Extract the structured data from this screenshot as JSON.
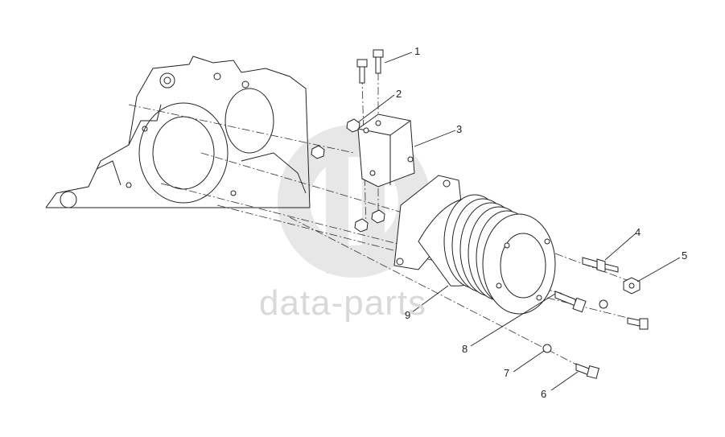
{
  "diagram": {
    "watermark_text": "data-parts",
    "callouts": [
      {
        "id": "1",
        "label": "1"
      },
      {
        "id": "2",
        "label": "2"
      },
      {
        "id": "3",
        "label": "3"
      },
      {
        "id": "4",
        "label": "4"
      },
      {
        "id": "5",
        "label": "5"
      },
      {
        "id": "6",
        "label": "6"
      },
      {
        "id": "7",
        "label": "7"
      },
      {
        "id": "8",
        "label": "8"
      },
      {
        "id": "9",
        "label": "9"
      }
    ],
    "colors": {
      "line": "#222222",
      "watermark": "#d9d9d9"
    }
  }
}
